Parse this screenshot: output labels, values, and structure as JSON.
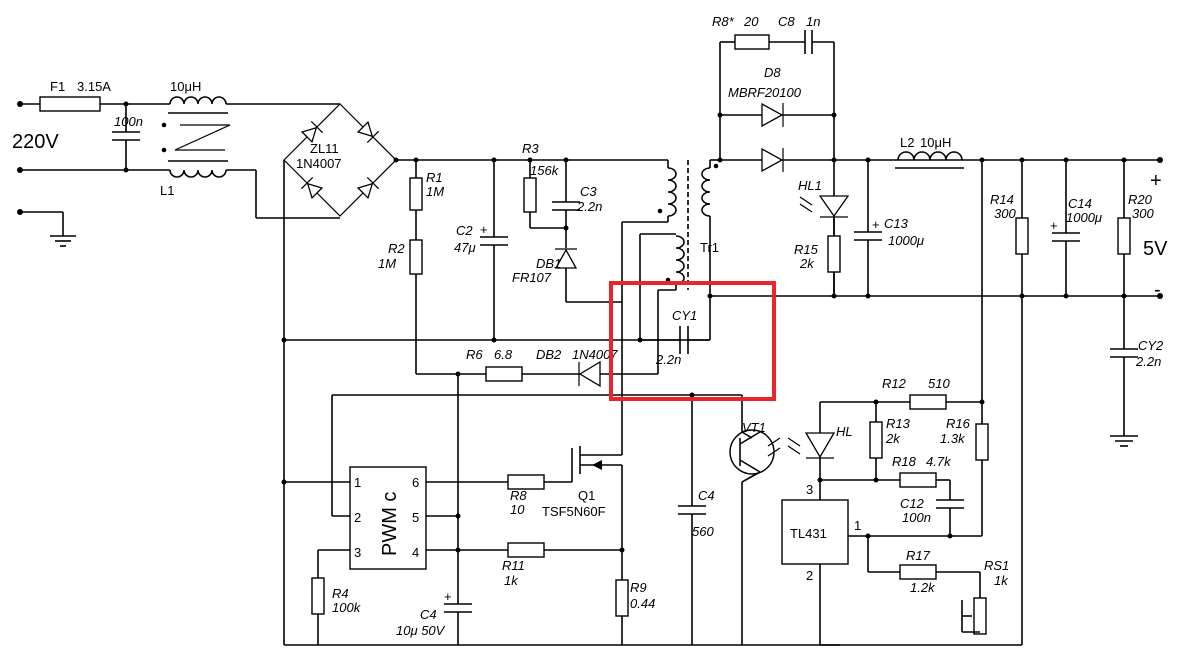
{
  "input": {
    "voltage": "220V"
  },
  "output": {
    "voltage": "5V",
    "plus": "+",
    "minus": "-"
  },
  "components": {
    "F1": {
      "ref": "F1",
      "value": "3.15A"
    },
    "L1": {
      "ref": "L1",
      "value": "10μH"
    },
    "C_in": {
      "value": "100n"
    },
    "ZL11": {
      "ref": "ZL11",
      "value": "1N4007"
    },
    "R1": {
      "ref": "R1",
      "value": "1M"
    },
    "R2": {
      "ref": "R2",
      "value": "1M"
    },
    "C2": {
      "ref": "C2",
      "value": "47μ"
    },
    "R3": {
      "ref": "R3",
      "value": "156k"
    },
    "C3": {
      "ref": "C3",
      "value": "2.2n"
    },
    "DB1": {
      "ref": "DB1",
      "value": "FR107"
    },
    "Tr1": {
      "ref": "Tr1"
    },
    "CY1": {
      "ref": "CY1",
      "value": "2.2n"
    },
    "R6": {
      "ref": "R6",
      "value": "6.8"
    },
    "DB2": {
      "ref": "DB2",
      "value": "1N4007"
    },
    "R8s": {
      "ref": "R8*",
      "value": "20"
    },
    "C8": {
      "ref": "C8",
      "value": "1n"
    },
    "D8": {
      "ref": "D8",
      "value": "MBRF20100"
    },
    "HL1": {
      "ref": "HL1"
    },
    "R15": {
      "ref": "R15",
      "value": "2k"
    },
    "C13": {
      "ref": "C13",
      "value": "1000μ"
    },
    "L2": {
      "ref": "L2",
      "value": "10μH"
    },
    "R14": {
      "ref": "R14",
      "value": "300"
    },
    "C14": {
      "ref": "C14",
      "value": "1000μ"
    },
    "R20": {
      "ref": "R20",
      "value": "300"
    },
    "CY2": {
      "ref": "CY2",
      "value": "2.2n"
    },
    "PWM": {
      "label": "PWM c",
      "pins": [
        "1",
        "2",
        "3",
        "4",
        "5",
        "6"
      ]
    },
    "R8": {
      "ref": "R8",
      "value": "10"
    },
    "Q1": {
      "ref": "Q1",
      "value": "TSF5N60F"
    },
    "R11": {
      "ref": "R11",
      "value": "1k"
    },
    "R4": {
      "ref": "R4",
      "value": "100k"
    },
    "C4a": {
      "ref": "C4",
      "value": "10μ 50V"
    },
    "R9": {
      "ref": "R9",
      "value": "0.44"
    },
    "C4b": {
      "ref": "C4",
      "value": "560"
    },
    "VT1": {
      "ref": "VT1"
    },
    "HL": {
      "ref": "HL"
    },
    "R12": {
      "ref": "R12",
      "value": "510"
    },
    "R13": {
      "ref": "R13",
      "value": "2k"
    },
    "R16": {
      "ref": "R16",
      "value": "1.3k"
    },
    "R18": {
      "ref": "R18",
      "value": "4.7k"
    },
    "C12": {
      "ref": "C12",
      "value": "100n"
    },
    "TL431": {
      "label": "TL431",
      "pins": [
        "3",
        "1",
        "2"
      ]
    },
    "R17": {
      "ref": "R17",
      "value": "1.2k"
    },
    "RS1": {
      "ref": "RS1",
      "value": "1k"
    }
  },
  "highlight": {
    "color": "#e8262c"
  }
}
